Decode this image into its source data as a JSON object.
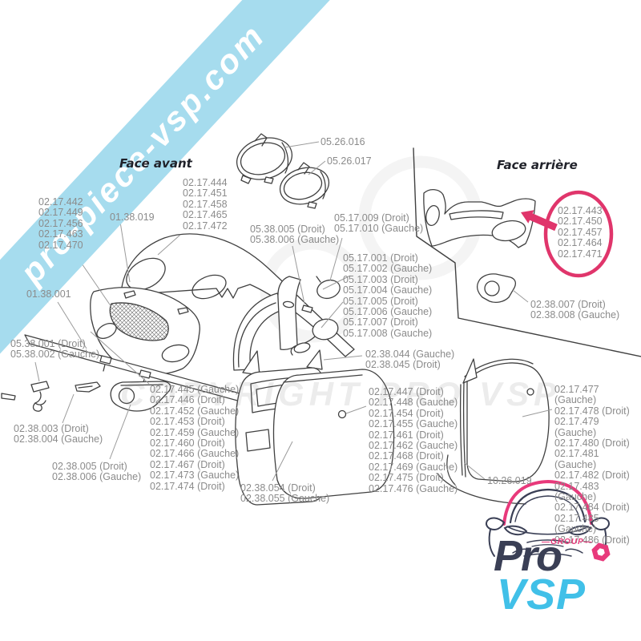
{
  "banner": {
    "text": "pro-piece-vsp.com",
    "color": "#a6dcee"
  },
  "background_watermark": {
    "text": "COPYRIGHT PRO VSP"
  },
  "sections": {
    "front": "Face avant",
    "rear": "Face arrière"
  },
  "highlight": {
    "color": "#e0356b",
    "parts": [
      "02.17.443",
      "02.17.450",
      "02.17.457",
      "02.17.464",
      "02.17.471"
    ]
  },
  "labels": {
    "front_left_col": [
      "02.17.442",
      "02.17.449",
      "02.17.456",
      "02.17.463",
      "02.17.470"
    ],
    "part_01_38_019": "01.38.019",
    "hood_col": [
      "02.17.444",
      "02.17.451",
      "02.17.458",
      "02.17.465",
      "02.17.472"
    ],
    "headlight_top": "05.26.016",
    "headlight_bottom": "05.26.017",
    "pillar_trim": [
      "05.38.005 (Droit)",
      "05.38.006 (Gauche)"
    ],
    "mirror_glass": [
      "05.17.009 (Droit)",
      "05.17.010 (Gauche)"
    ],
    "mirror_col": [
      "05.17.001 (Droit)",
      "05.17.002 (Gauche)",
      "05.17.003 (Droit)",
      "05.17.004 (Gauche)",
      "05.17.005 (Droit)",
      "05.17.006 (Gauche)",
      "05.17.007 (Droit)",
      "05.17.008 (Gauche)"
    ],
    "rear_fog_trim": [
      "02.38.007 (Droit)",
      "02.38.008 (Gauche)"
    ],
    "part_01_38_001": "01.38.001",
    "front_bracket": [
      "05.38.001 (Droit)",
      "05.38.002 (Gauche)"
    ],
    "front_trim": [
      "02.38.003 (Droit)",
      "02.38.004 (Gauche)"
    ],
    "front_fog_trim": [
      "02.38.005 (Droit)",
      "02.38.006 (Gauche)"
    ],
    "front_door_col": [
      "02.17.445 (Gauche)",
      "02.17.446 (Droit)",
      "02.17.452 (Gauche)",
      "02.17.453 (Droit)",
      "02.17.459 (Gauche)",
      "02.17.460 (Droit)",
      "02.17.466 (Gauche)",
      "02.17.467 (Droit)",
      "02.17.473 (Gauche)",
      "02.17.474 (Droit)"
    ],
    "door_inner": [
      "02.38.054 (Droit)",
      "02.38.055 (Gauche)"
    ],
    "corner_triangle": [
      "02.38.044 (Gauche)",
      "02.38.045 (Droit)"
    ],
    "center_door_col": [
      "02.17.447 (Droit)",
      "02.17.448 (Gauche)",
      "02.17.454 (Droit)",
      "02.17.455 (Gauche)",
      "02.17.461 (Droit)",
      "02.17.462 (Gauche)",
      "02.17.468 (Droit)",
      "02.17.469 (Gauche)",
      "02.17.475 (Droit)",
      "02.17.476 (Gauche)"
    ],
    "rear_door_col": [
      "02.17.477 (Gauche)",
      "02.17.478 (Droit)",
      "02.17.479 (Gauche)",
      "02.17.480 (Droit)",
      "02.17.481 (Gauche)",
      "02.17.482 (Droit)",
      "02.17.483 (Gauche)",
      "02.17.484 (Droit)",
      "02.17.485 (Gauche)",
      "02.17.486 (Droit)"
    ],
    "part_10_26_019": "10.26.019"
  },
  "logo": {
    "group_label": "—GROUP—",
    "pro": "Pro",
    "vsp": "VSP",
    "navy": "#3a3f55",
    "blue": "#41c0e8",
    "pink": "#e8397b"
  }
}
